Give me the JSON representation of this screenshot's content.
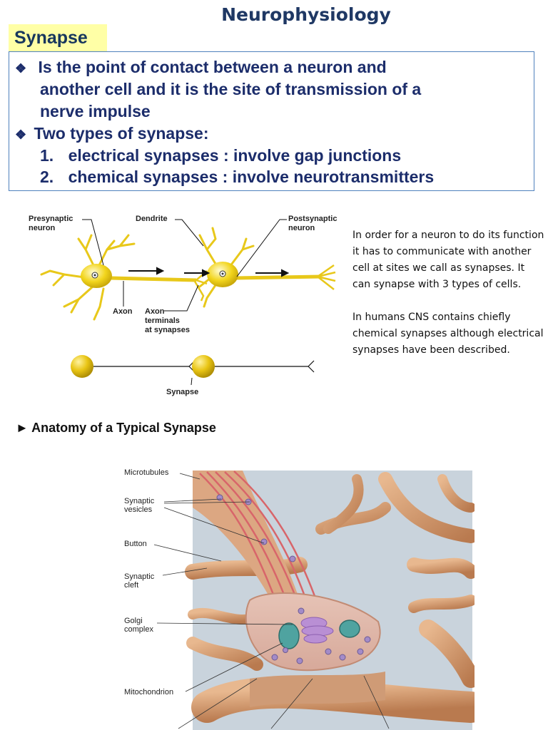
{
  "slide": {
    "title": "Neurophysiology",
    "section": "Synapse",
    "bullets": [
      {
        "lines": [
          "Is the point of contact between a neuron and",
          "another cell and it is the site of transmission of a",
          "nerve impulse"
        ]
      },
      {
        "lines": [
          "Two types of synapse:"
        ]
      }
    ],
    "types": [
      {
        "num": "1.",
        "text": "electrical synapses :  involve gap junctions"
      },
      {
        "num": "2.",
        "text": "chemical synapses :  involve neurotransmitters"
      }
    ]
  },
  "neuron_figure": {
    "labels": {
      "presynaptic": [
        "Presynaptic",
        "neuron"
      ],
      "dendrite": "Dendrite",
      "postsynaptic": [
        "Postsynaptic",
        "neuron"
      ],
      "axon": "Axon",
      "axon_terminals": [
        "Axon",
        "terminals",
        "at synapses"
      ],
      "synapse": "Synapse"
    }
  },
  "caption": {
    "paragraphs": [
      "In order for a neuron to do its function it has to communicate with another cell at sites we call as  synapses. It can synapse with 3 types of cells.",
      "In humans CNS contains chiefly chemical synapses although electrical synapses have been described."
    ]
  },
  "anatomy": {
    "heading": "► Anatomy of a Typical Synapse",
    "labels": {
      "microtubules": "Microtubules",
      "synaptic_vesicles": [
        "Synaptic",
        "vesicles"
      ],
      "button": "Button",
      "synaptic_cleft": [
        "Synaptic",
        "cleft"
      ],
      "golgi": [
        "Golgi",
        "complex"
      ],
      "mitochondrion": "Mitochondrion"
    }
  },
  "colors": {
    "title": "#1f3864",
    "highlight": "#ffffa6",
    "box_border": "#4f81bd",
    "neuron_yellow": "#f2d51c",
    "tissue_bg": "#c9d3dc",
    "nerve_tan": "#d9a57a"
  }
}
